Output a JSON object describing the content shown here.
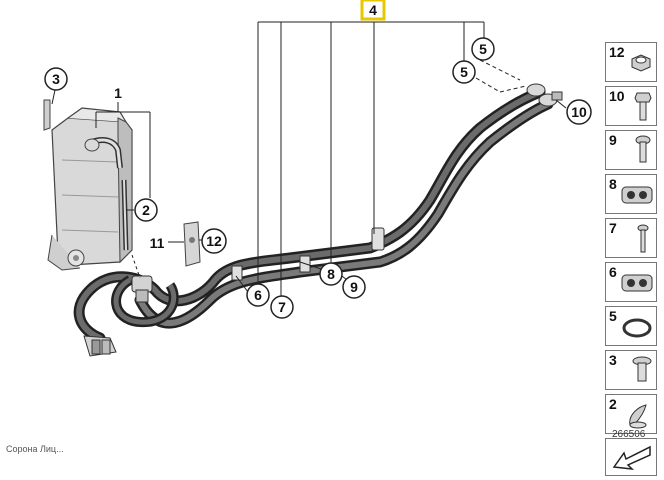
{
  "diagram": {
    "callouts": {
      "c1": "1",
      "c2": "2",
      "c3": "3",
      "c4": "4",
      "c5a": "5",
      "c5b": "5",
      "c6": "6",
      "c7": "7",
      "c8": "8",
      "c9": "9",
      "c10": "10",
      "c11": "11",
      "c12": "12"
    },
    "highlight_color": "#e6c700"
  },
  "parts_panel": {
    "items": [
      {
        "number": "12",
        "icon": "hex-nut-icon"
      },
      {
        "number": "10",
        "icon": "hex-bolt-icon"
      },
      {
        "number": "9",
        "icon": "screw-icon"
      },
      {
        "number": "8",
        "icon": "pipe-clamp-icon"
      },
      {
        "number": "7",
        "icon": "screw-icon"
      },
      {
        "number": "6",
        "icon": "pipe-clamp-icon"
      },
      {
        "number": "5",
        "icon": "o-ring-icon"
      },
      {
        "number": "3",
        "icon": "flange-screw-icon"
      },
      {
        "number": "2",
        "icon": "spring-clip-icon"
      }
    ],
    "arrow_icon": "pointer-arrow-icon"
  },
  "diagram_id": "266506",
  "footer_note": "Сорона Лиц..."
}
